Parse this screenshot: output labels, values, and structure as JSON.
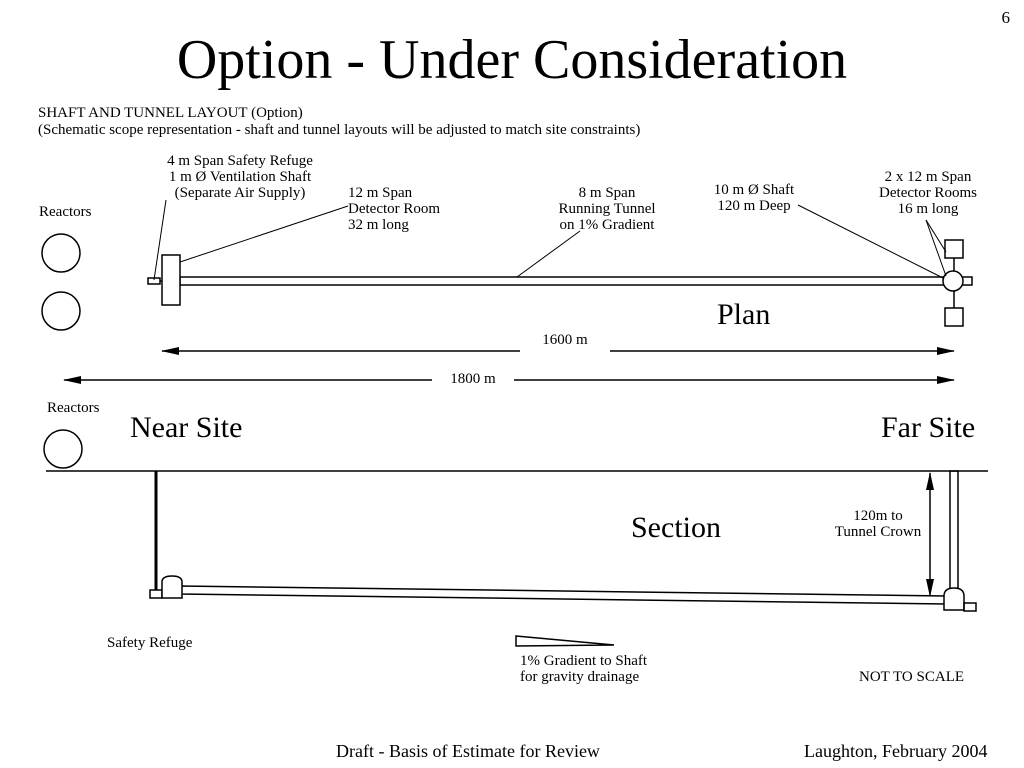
{
  "page_number": "6",
  "title": "Option - Under Consideration",
  "subtitle": {
    "line1": "SHAFT AND TUNNEL LAYOUT (Option)",
    "line2": "(Schematic scope representation - shaft and tunnel layouts will be adjusted to match site constraints)"
  },
  "plan": {
    "label": "Plan",
    "reactors_label": "Reactors",
    "refuge_label": [
      "4 m Span Safety Refuge",
      "1 m Ø Ventilation Shaft",
      "(Separate Air Supply)"
    ],
    "detector_room_label": [
      "12 m Span",
      "Detector Room",
      "32 m long"
    ],
    "running_tunnel_label": [
      "8 m Span",
      "Running Tunnel",
      "on 1% Gradient"
    ],
    "shaft_label": [
      "10 m Ø Shaft",
      "120 m Deep"
    ],
    "far_rooms_label": [
      "2 x 12 m Span",
      "Detector Rooms",
      "16 m long"
    ],
    "dim_1600": "1600 m",
    "dim_1800": "1800 m"
  },
  "section": {
    "label": "Section",
    "reactors_label": "Reactors",
    "near_site": "Near Site",
    "far_site": "Far Site",
    "depth_label": [
      "120m to",
      "Tunnel Crown"
    ],
    "safety_refuge": "Safety Refuge",
    "gradient_label": [
      "1% Gradient to Shaft",
      "for gravity drainage"
    ],
    "not_to_scale": "NOT TO SCALE"
  },
  "footer": {
    "left": "Draft - Basis of Estimate for Review",
    "right": "Laughton, February 2004"
  }
}
